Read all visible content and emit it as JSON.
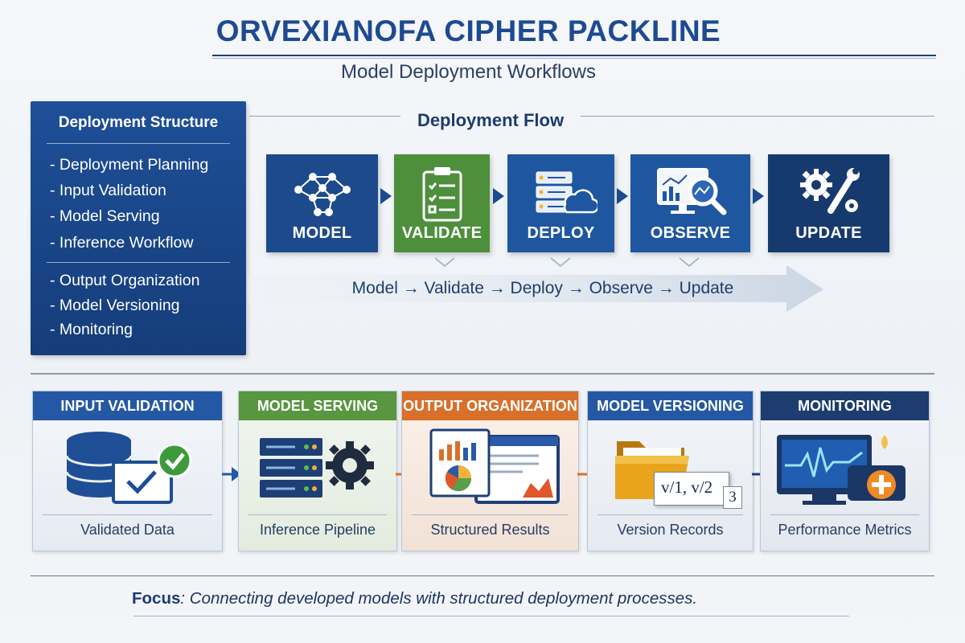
{
  "header": {
    "title": "ORVEXIANOFA CIPHER PACKLINE",
    "subtitle": "Model Deployment Workflows"
  },
  "structure": {
    "title": "Deployment Structure",
    "group1": [
      "- Deployment Planning",
      "- Input Validation",
      "- Model Serving",
      "- Inference Workflow"
    ],
    "group2": [
      "- Output Organization",
      "- Model Versioning",
      "- Monitoring"
    ]
  },
  "flow": {
    "title": "Deployment Flow",
    "steps": [
      {
        "label": "MODEL",
        "icon": "neural-network-icon",
        "color": "#1c4a8c"
      },
      {
        "label": "VALIDATE",
        "icon": "clipboard-checklist-icon",
        "color": "#4e8f3c"
      },
      {
        "label": "DEPLOY",
        "icon": "server-cloud-icon",
        "color": "#1f56a0"
      },
      {
        "label": "OBSERVE",
        "icon": "analytics-magnifier-icon",
        "color": "#1f56a0"
      },
      {
        "label": "UPDATE",
        "icon": "gears-wrench-icon",
        "color": "#173a6e"
      }
    ],
    "sequence": "Model → Validate → Deploy → Observe → Update"
  },
  "stages": [
    {
      "title": "INPUT VALIDATION",
      "caption": "Validated Data",
      "icon": "database-check-icon",
      "color": "#2458a5"
    },
    {
      "title": "MODEL SERVING",
      "caption": "Inference Pipeline",
      "icon": "server-gear-icon",
      "color": "#58963f"
    },
    {
      "title": "OUTPUT ORGANIZATION",
      "caption": "Structured Results",
      "icon": "report-charts-icon",
      "color": "#d9702a"
    },
    {
      "title": "MODEL VERSIONING",
      "caption": "Version Records",
      "icon": "folder-versions-icon",
      "color": "#2458a5"
    },
    {
      "title": "MONITORING",
      "caption": "Performance Metrics",
      "icon": "monitor-metrics-icon",
      "color": "#1d3d70"
    }
  ],
  "version_tag": {
    "text": "v/1, v/2",
    "sub": "3"
  },
  "footer": {
    "label": "Focus",
    "text": ": Connecting developed models with structured deployment processes."
  }
}
